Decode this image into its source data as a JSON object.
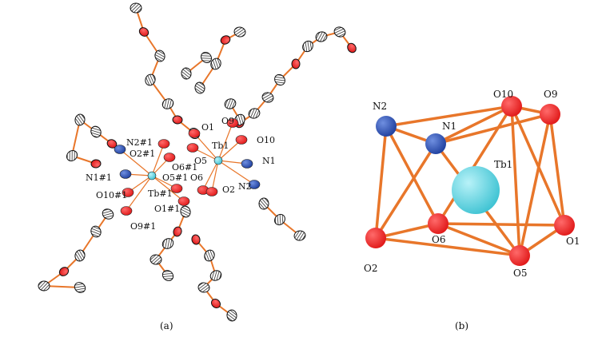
{
  "panel_a": {
    "caption": "(a)",
    "labels": [
      "O1",
      "O9",
      "O10",
      "Tb1",
      "N1",
      "O5",
      "O6#1",
      "N2#1",
      "O2#1",
      "N1#1",
      "O5#1",
      "O6",
      "O2",
      "N2",
      "Tb#1",
      "O10#1",
      "O1#1",
      "O9#1"
    ]
  },
  "panel_b": {
    "caption": "(b)",
    "labels": [
      "N2",
      "N1",
      "O10",
      "O9",
      "Tb1",
      "O6",
      "O1",
      "O2",
      "O5"
    ]
  },
  "colors": {
    "bond": "#e8762a",
    "oxygen": "#e01818",
    "nitrogen": "#1f3f9e",
    "terbium": "#3fc3d3",
    "carbon": "#222222"
  }
}
